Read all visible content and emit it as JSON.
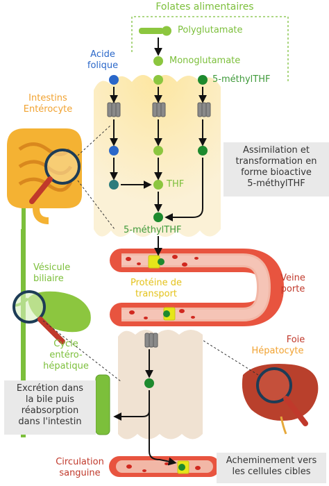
{
  "title": "Folates alimentaires",
  "forms": {
    "polyglutamate": "Polyglutamate",
    "monoglutamate": "Monoglutamate",
    "folic_acid": "Acide\nfolique",
    "methylthf_top": "5-méthylTHF",
    "thf": "THF",
    "methylthf_bottom": "5-méthylTHF"
  },
  "intestine": {
    "title": "Intestins",
    "subtitle": "Entérocyte"
  },
  "gallbladder": "Vésicule\nbiliaire",
  "enterohepatic": "Cycle\nentéro-\nhépatique",
  "transport_protein": "Protéine de\ntransport",
  "portal_vein": "Veine\nporte",
  "liver": {
    "title": "Foie",
    "subtitle": "Hépatocyte"
  },
  "boxes": {
    "assimilation": "Assimilation et\ntransformation en\nforme bioactive\n5-méthylTHF",
    "excretion": "Excrétion dans\nla bile puis\nréabsorption\ndans l'intestin",
    "delivery": "Acheminement vers\nles cellules cibles"
  },
  "circulation": "Circulation\nsanguine",
  "colors": {
    "folic_acid": "#2a67c9",
    "light_green": "#8cc63f",
    "dark_green": "#1e8a2e",
    "teal": "#2b7c7c",
    "vessel": "#e8543f",
    "cell": "#f8ecc8",
    "liver_cell": "#f0e1cf",
    "transporter": "#e6e61a"
  }
}
